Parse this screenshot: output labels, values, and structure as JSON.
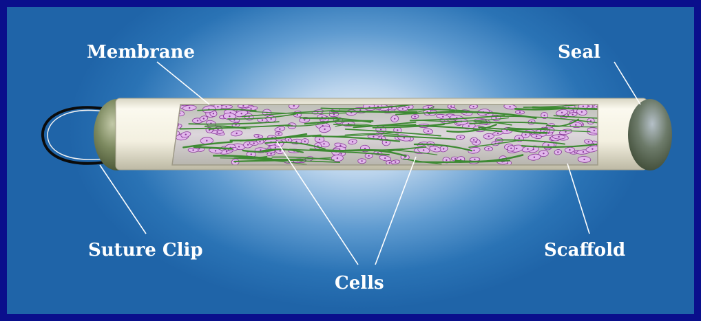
{
  "labels": {
    "membrane": "Membrane",
    "seal": "Seal",
    "suture_clip": "Suture Clip",
    "scaffold": "Scaffold",
    "cells": "Cells"
  },
  "colors": {
    "frame": "#0a0f8c",
    "background_center": "#eef4fb",
    "background_edge": "#1f64a8",
    "tube": "#f4f1e2",
    "cell": "#e2b8ec",
    "cell_outline": "#8a3a9a",
    "scaffold_fiber": "#3d8a32",
    "seal": "#6b7a55",
    "label_text": "#ffffff"
  }
}
